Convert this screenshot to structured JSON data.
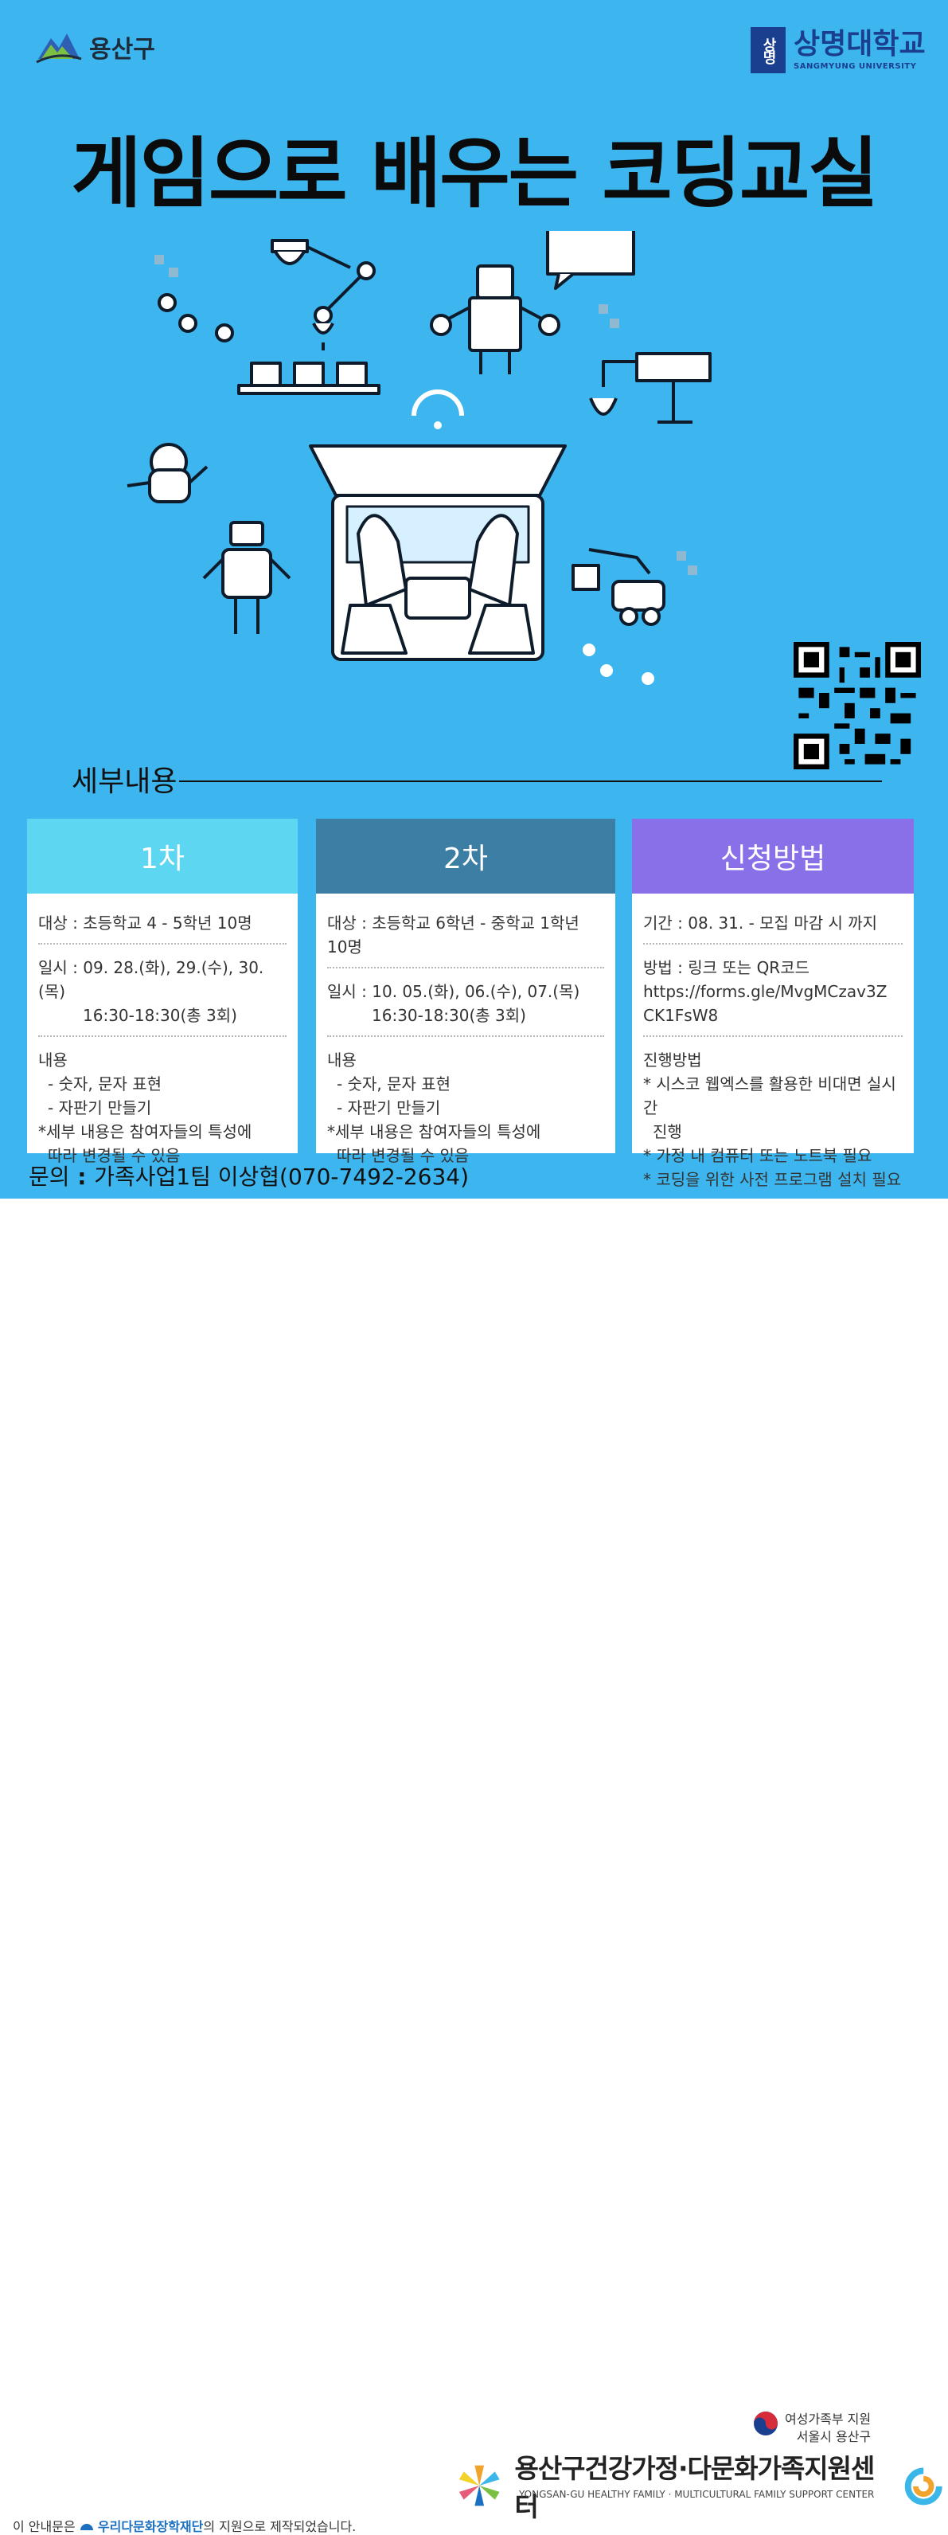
{
  "header": {
    "left_logo_text": "용산구",
    "right_logo_seal": "상명",
    "right_logo_name": "상명대학교",
    "right_logo_sub": "SANGMYUNG UNIVERSITY"
  },
  "title": "게임으로 배우는 코딩교실",
  "section": {
    "title": "세부내용"
  },
  "cards": [
    {
      "head": "1차",
      "target": "대상 : 초등학교 4 - 5학년 10명",
      "date_line1": "일시 : 09. 28.(화), 29.(수), 30.(목)",
      "date_line2": "16:30-18:30(총 3회)",
      "content_label": "내용",
      "content_items": [
        "- 숫자, 문자 표현",
        "- 자판기 만들기"
      ],
      "note_line1": "*세부 내용은 참여자들의 특성에",
      "note_line2": "따라 변경될 수 있음"
    },
    {
      "head": "2차",
      "target": "대상 : 초등학교 6학년 - 중학교 1학년 10명",
      "date_line1": "일시 : 10. 05.(화), 06.(수), 07.(목)",
      "date_line2": "16:30-18:30(총 3회)",
      "content_label": "내용",
      "content_items": [
        "- 숫자, 문자 표현",
        "- 자판기 만들기"
      ],
      "note_line1": "*세부 내용은 참여자들의 특성에",
      "note_line2": "따라 변경될 수 있음"
    }
  ],
  "apply": {
    "head": "신청방법",
    "period": "기간 : 08. 31. - 모집 마감 시 까지",
    "method_label": "방법 : 링크 또는 QR코드",
    "url_line1": "https://forms.gle/MvgMCzav3Z",
    "url_line2": "CK1FsW8",
    "progress_label": "진행방법",
    "progress_items": [
      "* 시스코 웹엑스를 활용한 비대면 실시간",
      "진행",
      "* 가정 내 컴퓨터 또는 노트북 필요",
      "* 코딩을 위한 사전 프로그램 설치 필요"
    ]
  },
  "contact": {
    "label": "문의",
    "text": "가족사업1팀 이상협(070-7492-2634)"
  },
  "footer": {
    "gov_line1": "여성가족부 지원",
    "gov_line2": "서울시 용산구",
    "center_name": "용산구건강가정·다문화가족지원센터",
    "center_eng": "YONGSAN-GU HEALTHY FAMILY · MULTICULTURAL FAMILY SUPPORT CENTER",
    "support_prefix": "이 안내문은",
    "support_org": "우리다문화장학재단",
    "support_suffix": "의 지원으로 제작되었습니다."
  },
  "colors": {
    "background": "#3db6ef",
    "card1": "#5dd6f2",
    "card2": "#3d7fa4",
    "card3": "#8a70e8"
  }
}
